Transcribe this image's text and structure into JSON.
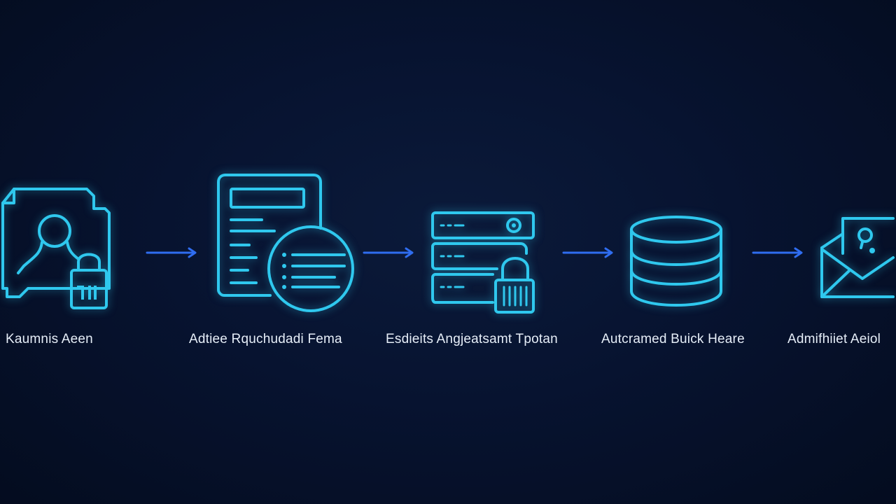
{
  "diagram": {
    "colors": {
      "background": "#061128",
      "icon_stroke": "#2fc8ee",
      "arrow": "#2f6df0",
      "label_text": "#e6eef8"
    },
    "steps": [
      {
        "label": "Kaumnis Aeen",
        "icon": "user-document-lock-icon"
      },
      {
        "label": "Adtiee Rquchudadi Fema",
        "icon": "document-list-icon"
      },
      {
        "label": "Esdieits Angjeatsamt Tpotan",
        "icon": "server-lock-icon"
      },
      {
        "label": "Autcramed Buick Heare",
        "icon": "database-icon"
      },
      {
        "label": "Admifhiiet Aeiol",
        "icon": "envelope-icon"
      }
    ],
    "connectors": [
      "arrow-right-icon",
      "arrow-right-icon",
      "arrow-right-icon",
      "arrow-right-icon"
    ]
  }
}
